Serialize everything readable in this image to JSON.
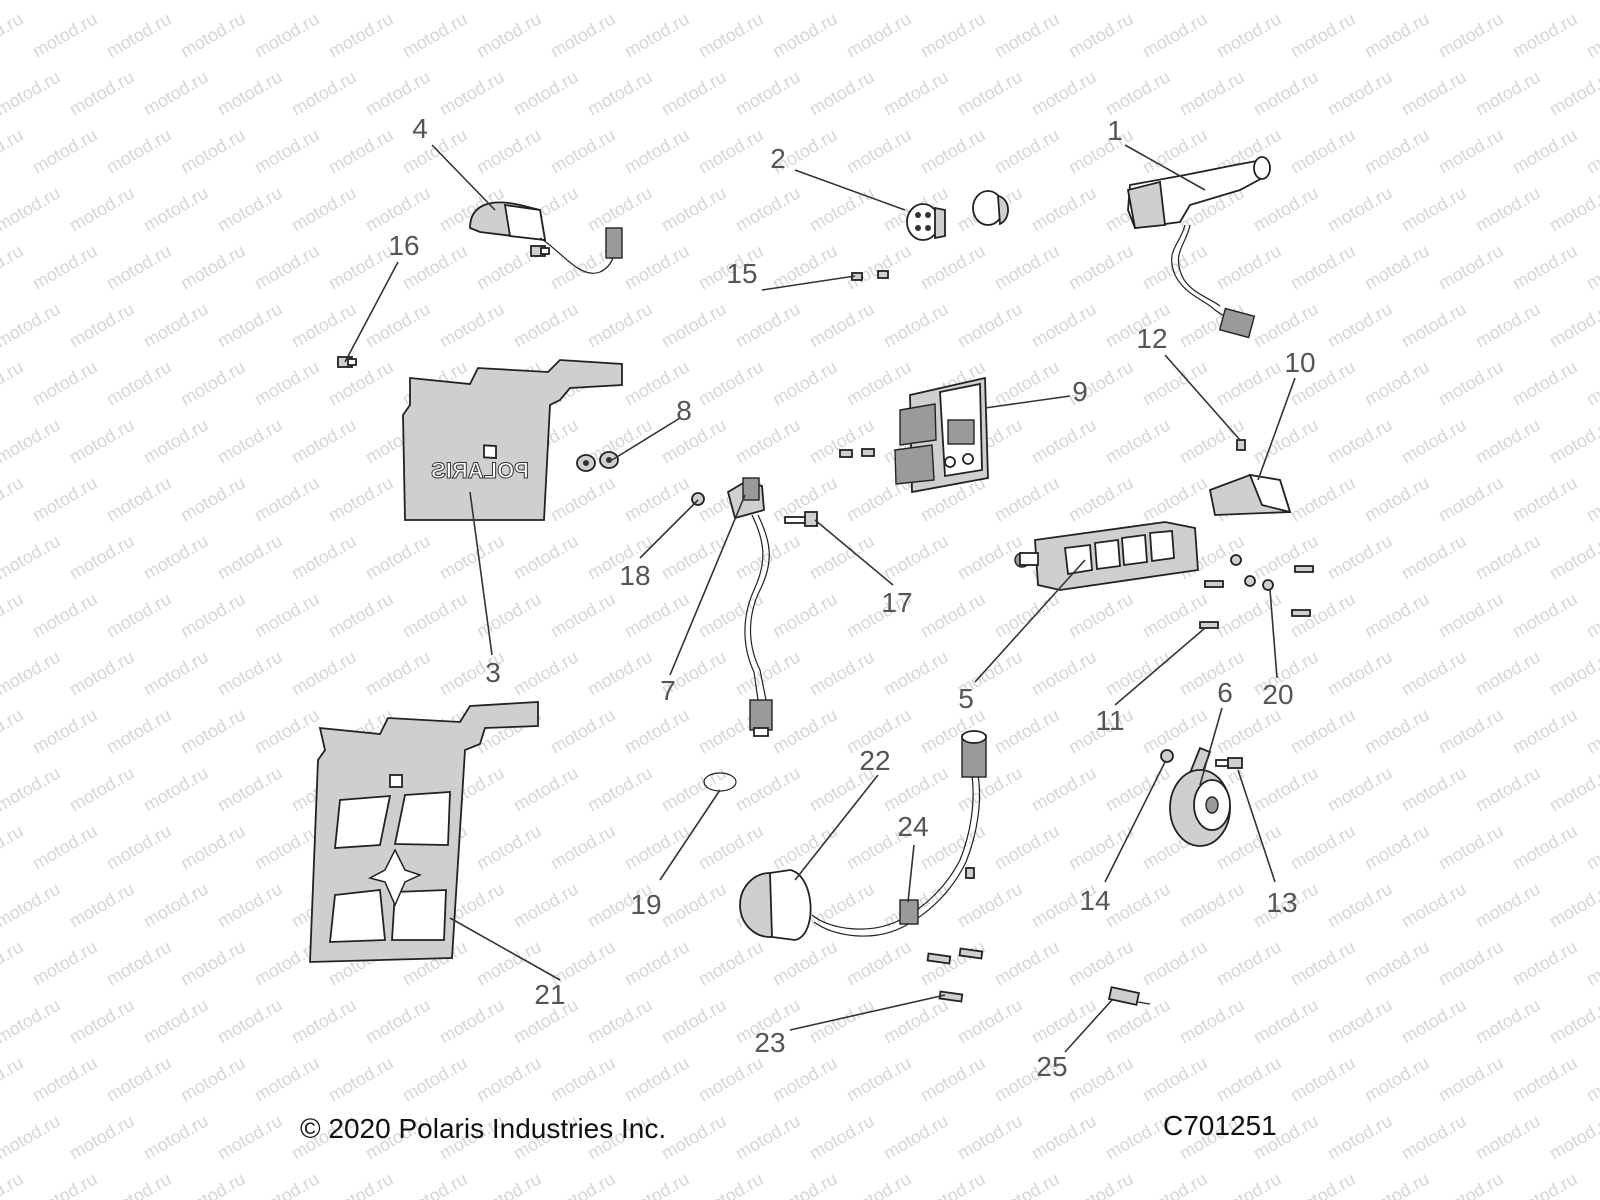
{
  "watermark": "motod.ru",
  "copyright": "© 2020 Polaris Industries Inc.",
  "drawing_code": "C701251",
  "plate_text": "POLARIS",
  "callouts": [
    "1",
    "2",
    "3",
    "4",
    "5",
    "6",
    "7",
    "8",
    "9",
    "10",
    "11",
    "12",
    "13",
    "14",
    "15",
    "16",
    "17",
    "18",
    "19",
    "20",
    "21",
    "22",
    "23",
    "24",
    "25"
  ]
}
